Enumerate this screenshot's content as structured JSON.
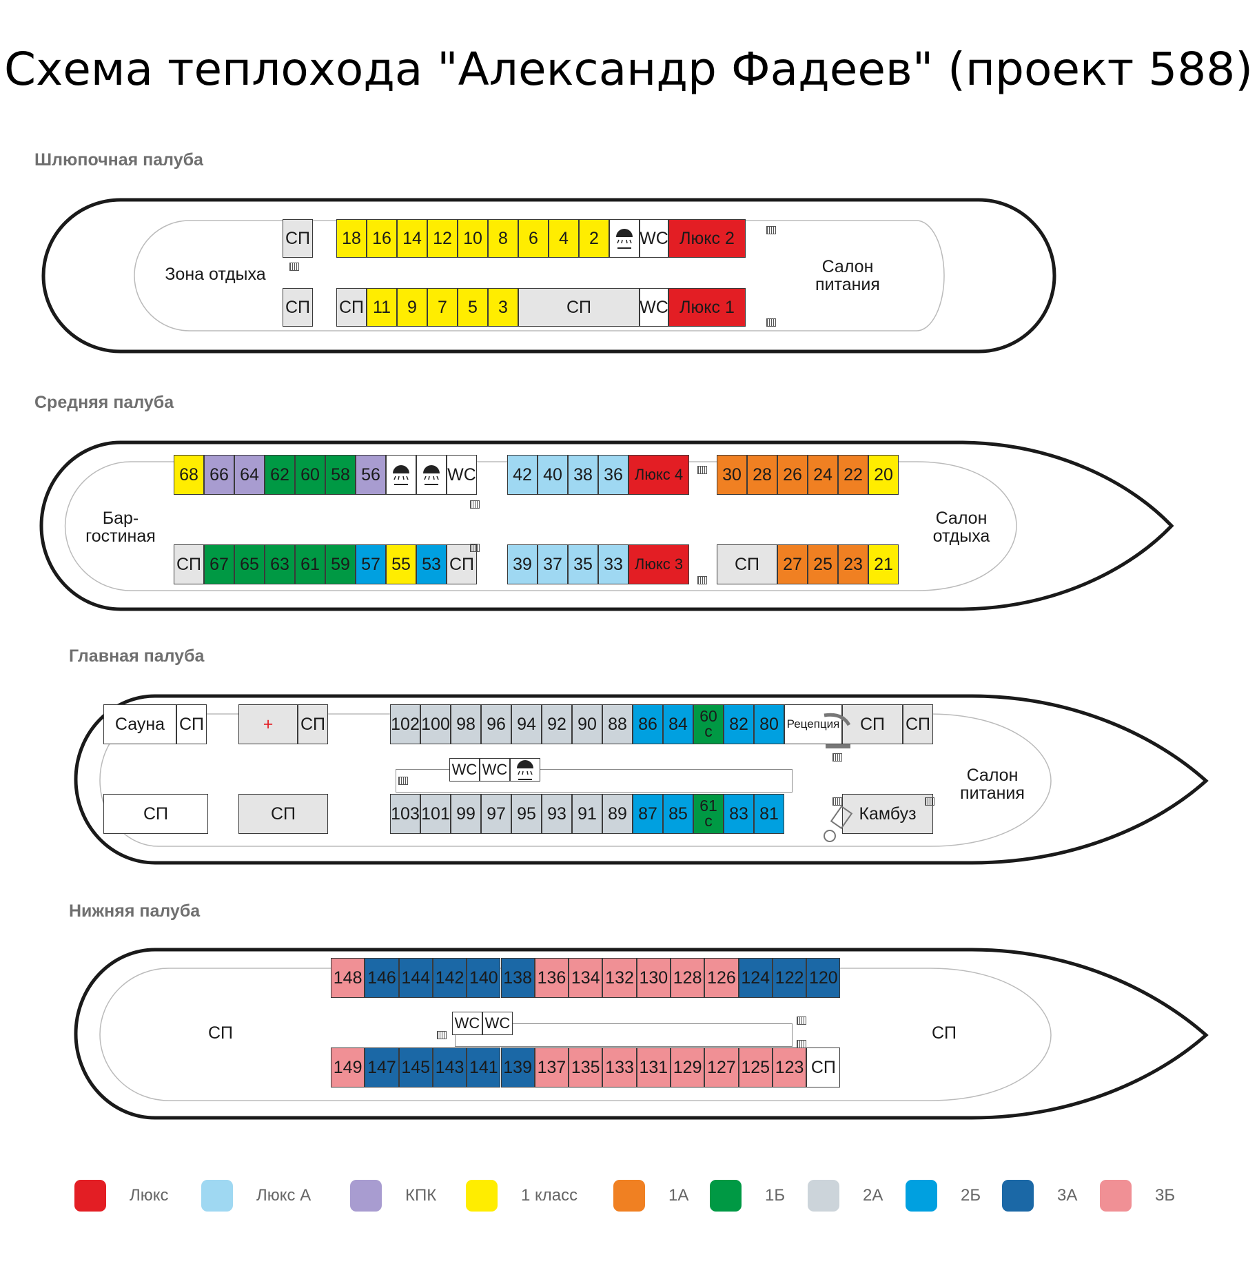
{
  "title": "Схема теплохода \"Александр Фадеев\" (проект 588)",
  "colors": {
    "lux": "#e31e24",
    "lux_a": "#9fd8f2",
    "kpk": "#a89cd0",
    "class1": "#ffed00",
    "c1a": "#f08022",
    "c1b": "#009944",
    "c2a": "#ccd4da",
    "c2b": "#00a0e0",
    "c3a": "#1b68a6",
    "c3b": "#f09095",
    "sp": "#e5e5e5",
    "white": "#ffffff"
  },
  "icons": {
    "shower": "shower-icon",
    "medical": "medical-cross-icon",
    "stairs": "stairs-icon"
  },
  "decks": {
    "boat": {
      "name": "Шлюпочная палуба",
      "zones": {
        "rest": "Зона отдыха",
        "dining": "Салон питания"
      },
      "top": [
        {
          "label": "СП",
          "cls": "sp"
        },
        {
          "label": "18",
          "cls": "class1"
        },
        {
          "label": "16",
          "cls": "class1"
        },
        {
          "label": "14",
          "cls": "class1"
        },
        {
          "label": "12",
          "cls": "class1"
        },
        {
          "label": "10",
          "cls": "class1"
        },
        {
          "label": "8",
          "cls": "class1"
        },
        {
          "label": "6",
          "cls": "class1"
        },
        {
          "label": "4",
          "cls": "class1"
        },
        {
          "label": "2",
          "cls": "class1"
        },
        {
          "label": "",
          "cls": "shower"
        },
        {
          "label": "WC",
          "cls": "white"
        },
        {
          "label": "Люкс 2",
          "cls": "lux"
        }
      ],
      "bottom": [
        {
          "label": "СП",
          "cls": "sp"
        },
        {
          "label": "СП",
          "cls": "sp"
        },
        {
          "label": "11",
          "cls": "class1"
        },
        {
          "label": "9",
          "cls": "class1"
        },
        {
          "label": "7",
          "cls": "class1"
        },
        {
          "label": "5",
          "cls": "class1"
        },
        {
          "label": "3",
          "cls": "class1"
        },
        {
          "label": "СП",
          "cls": "sp"
        },
        {
          "label": "WC",
          "cls": "white"
        },
        {
          "label": "Люкс 1",
          "cls": "lux"
        }
      ]
    },
    "middle": {
      "name": "Средняя палуба",
      "zones": {
        "bar": "Бар-\nгостиная",
        "lounge": "Салон\nотдыха"
      },
      "top": [
        {
          "label": "68",
          "cls": "class1"
        },
        {
          "label": "66",
          "cls": "kpk"
        },
        {
          "label": "64",
          "cls": "kpk"
        },
        {
          "label": "62",
          "cls": "c1b"
        },
        {
          "label": "60",
          "cls": "c1b"
        },
        {
          "label": "58",
          "cls": "c1b"
        },
        {
          "label": "56",
          "cls": "kpk"
        },
        {
          "label": "",
          "cls": "shower"
        },
        {
          "label": "",
          "cls": "shower"
        },
        {
          "label": "WC",
          "cls": "white"
        },
        {
          "label": "42",
          "cls": "lux_a"
        },
        {
          "label": "40",
          "cls": "lux_a"
        },
        {
          "label": "38",
          "cls": "lux_a"
        },
        {
          "label": "36",
          "cls": "lux_a"
        },
        {
          "label": "Люкс 4",
          "cls": "lux"
        },
        {
          "label": "30",
          "cls": "c1a"
        },
        {
          "label": "28",
          "cls": "c1a"
        },
        {
          "label": "26",
          "cls": "c1a"
        },
        {
          "label": "24",
          "cls": "c1a"
        },
        {
          "label": "22",
          "cls": "c1a"
        },
        {
          "label": "20",
          "cls": "class1"
        }
      ],
      "bottom": [
        {
          "label": "СП",
          "cls": "sp"
        },
        {
          "label": "67",
          "cls": "c1b"
        },
        {
          "label": "65",
          "cls": "c1b"
        },
        {
          "label": "63",
          "cls": "c1b"
        },
        {
          "label": "61",
          "cls": "c1b"
        },
        {
          "label": "59",
          "cls": "c1b"
        },
        {
          "label": "57",
          "cls": "c2b"
        },
        {
          "label": "55",
          "cls": "class1"
        },
        {
          "label": "53",
          "cls": "c2b"
        },
        {
          "label": "СП",
          "cls": "sp"
        },
        {
          "label": "39",
          "cls": "lux_a"
        },
        {
          "label": "37",
          "cls": "lux_a"
        },
        {
          "label": "35",
          "cls": "lux_a"
        },
        {
          "label": "33",
          "cls": "lux_a"
        },
        {
          "label": "Люкс 3",
          "cls": "lux"
        },
        {
          "label": "СП",
          "cls": "sp"
        },
        {
          "label": "27",
          "cls": "c1a"
        },
        {
          "label": "25",
          "cls": "c1a"
        },
        {
          "label": "23",
          "cls": "c1a"
        },
        {
          "label": "21",
          "cls": "class1"
        }
      ]
    },
    "main": {
      "name": "Главная палуба",
      "zones": {
        "dining": "Салон\nпитания"
      },
      "left_top": [
        {
          "label": "Сауна",
          "cls": "white"
        },
        {
          "label": "СП",
          "cls": "white"
        },
        {
          "label": "+",
          "cls": "medical"
        },
        {
          "label": "СП",
          "cls": "sp"
        }
      ],
      "left_bottom": [
        {
          "label": "СП",
          "cls": "white"
        },
        {
          "label": "СП",
          "cls": "sp"
        }
      ],
      "top": [
        {
          "label": "102",
          "cls": "c2a"
        },
        {
          "label": "100",
          "cls": "c2a"
        },
        {
          "label": "98",
          "cls": "c2a"
        },
        {
          "label": "96",
          "cls": "c2a"
        },
        {
          "label": "94",
          "cls": "c2a"
        },
        {
          "label": "92",
          "cls": "c2a"
        },
        {
          "label": "90",
          "cls": "c2a"
        },
        {
          "label": "88",
          "cls": "c2a"
        },
        {
          "label": "86",
          "cls": "c2b"
        },
        {
          "label": "84",
          "cls": "c2b"
        },
        {
          "label": "60\nс",
          "cls": "c1b"
        },
        {
          "label": "82",
          "cls": "c2b"
        },
        {
          "label": "80",
          "cls": "c2b"
        }
      ],
      "mid": [
        {
          "label": "WC",
          "cls": "white"
        },
        {
          "label": "WC",
          "cls": "white"
        },
        {
          "label": "",
          "cls": "shower"
        }
      ],
      "bottom": [
        {
          "label": "103",
          "cls": "c2a"
        },
        {
          "label": "101",
          "cls": "c2a"
        },
        {
          "label": "99",
          "cls": "c2a"
        },
        {
          "label": "97",
          "cls": "c2a"
        },
        {
          "label": "95",
          "cls": "c2a"
        },
        {
          "label": "93",
          "cls": "c2a"
        },
        {
          "label": "91",
          "cls": "c2a"
        },
        {
          "label": "89",
          "cls": "c2a"
        },
        {
          "label": "87",
          "cls": "c2b"
        },
        {
          "label": "85",
          "cls": "c2b"
        },
        {
          "label": "61\nс",
          "cls": "c1b"
        },
        {
          "label": "83",
          "cls": "c2b"
        },
        {
          "label": "81",
          "cls": "c2b"
        }
      ],
      "right_top": [
        {
          "label": "Рецепция",
          "cls": "white"
        },
        {
          "label": "СП",
          "cls": "sp"
        },
        {
          "label": "СП",
          "cls": "sp"
        }
      ],
      "right_bottom": [
        {
          "label": "Камбуз",
          "cls": "sp"
        }
      ]
    },
    "lower": {
      "name": "Нижняя палуба",
      "zones": {
        "sp_left": "СП",
        "sp_right": "СП"
      },
      "top": [
        {
          "label": "148",
          "cls": "c3b"
        },
        {
          "label": "146",
          "cls": "c3a"
        },
        {
          "label": "144",
          "cls": "c3a"
        },
        {
          "label": "142",
          "cls": "c3a"
        },
        {
          "label": "140",
          "cls": "c3a"
        },
        {
          "label": "138",
          "cls": "c3a"
        },
        {
          "label": "136",
          "cls": "c3b"
        },
        {
          "label": "134",
          "cls": "c3b"
        },
        {
          "label": "132",
          "cls": "c3b"
        },
        {
          "label": "130",
          "cls": "c3b"
        },
        {
          "label": "128",
          "cls": "c3b"
        },
        {
          "label": "126",
          "cls": "c3b"
        },
        {
          "label": "124",
          "cls": "c3a"
        },
        {
          "label": "122",
          "cls": "c3a"
        },
        {
          "label": "120",
          "cls": "c3a"
        }
      ],
      "mid": [
        {
          "label": "WC",
          "cls": "white"
        },
        {
          "label": "WC",
          "cls": "white"
        }
      ],
      "bottom": [
        {
          "label": "149",
          "cls": "c3b"
        },
        {
          "label": "147",
          "cls": "c3a"
        },
        {
          "label": "145",
          "cls": "c3a"
        },
        {
          "label": "143",
          "cls": "c3a"
        },
        {
          "label": "141",
          "cls": "c3a"
        },
        {
          "label": "139",
          "cls": "c3a"
        },
        {
          "label": "137",
          "cls": "c3b"
        },
        {
          "label": "135",
          "cls": "c3b"
        },
        {
          "label": "133",
          "cls": "c3b"
        },
        {
          "label": "131",
          "cls": "c3b"
        },
        {
          "label": "129",
          "cls": "c3b"
        },
        {
          "label": "127",
          "cls": "c3b"
        },
        {
          "label": "125",
          "cls": "c3b"
        },
        {
          "label": "123",
          "cls": "c3b"
        },
        {
          "label": "СП",
          "cls": "white"
        }
      ]
    }
  },
  "legend": [
    {
      "label": "Люкс",
      "cls": "lux"
    },
    {
      "label": "Люкс А",
      "cls": "lux_a"
    },
    {
      "label": "КПК",
      "cls": "kpk"
    },
    {
      "label": "1 класс",
      "cls": "class1"
    },
    {
      "label": "1А",
      "cls": "c1a"
    },
    {
      "label": "1Б",
      "cls": "c1b"
    },
    {
      "label": "2А",
      "cls": "c2a"
    },
    {
      "label": "2Б",
      "cls": "c2b"
    },
    {
      "label": "3А",
      "cls": "c3a"
    },
    {
      "label": "3Б",
      "cls": "c3b"
    }
  ]
}
